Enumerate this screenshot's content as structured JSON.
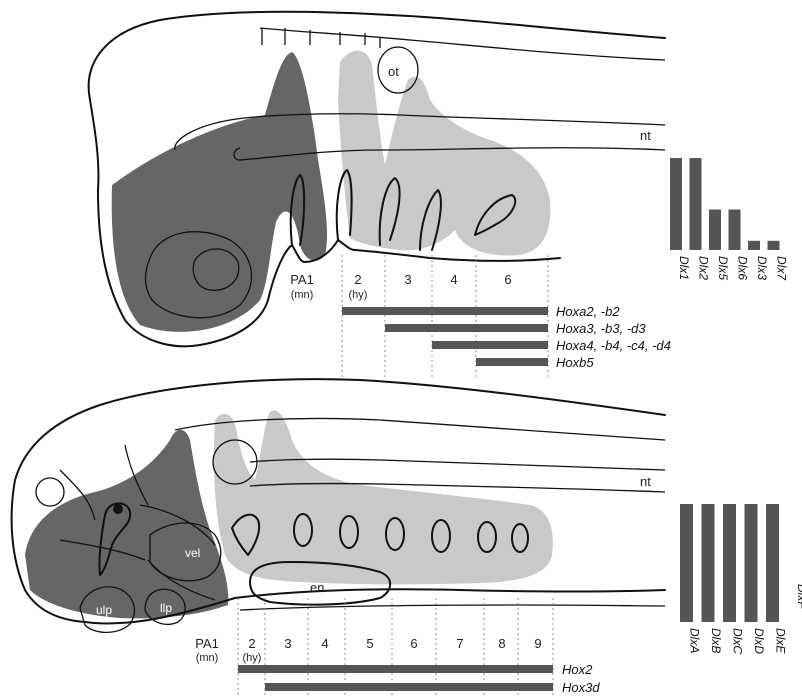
{
  "top_panel": {
    "labels": {
      "ot": "ot",
      "nt": "nt"
    },
    "arches": [
      {
        "num": "PA1",
        "sub": "(mn)"
      },
      {
        "num": "2",
        "sub": "(hy)"
      },
      {
        "num": "3",
        "sub": ""
      },
      {
        "num": "4",
        "sub": ""
      },
      {
        "num": "6",
        "sub": ""
      }
    ],
    "hox_bars": [
      {
        "label": "Hoxa2, -b2"
      },
      {
        "label": "Hoxa3, -b3, -d3"
      },
      {
        "label": "Hoxa4, -b4, -c4, -d4"
      },
      {
        "label": "Hoxb5"
      }
    ],
    "dlx_columns": [
      {
        "label": "Dlx1",
        "level": 1.0
      },
      {
        "label": "Dlx2",
        "level": 1.0
      },
      {
        "label": "Dlx5",
        "level": 0.44
      },
      {
        "label": "Dlx6",
        "level": 0.44
      },
      {
        "label": "Dlx3",
        "level": 0.1
      },
      {
        "label": "Dlx7",
        "level": 0.1
      }
    ]
  },
  "bottom_panel": {
    "labels": {
      "nt": "nt",
      "vel": "vel",
      "en": "en",
      "ulp": "ulp",
      "llp": "llp"
    },
    "arches": [
      {
        "num": "PA1",
        "sub": "(mn)"
      },
      {
        "num": "2",
        "sub": "(hy)"
      },
      {
        "num": "3",
        "sub": ""
      },
      {
        "num": "4",
        "sub": ""
      },
      {
        "num": "5",
        "sub": ""
      },
      {
        "num": "6",
        "sub": ""
      },
      {
        "num": "7",
        "sub": ""
      },
      {
        "num": "8",
        "sub": ""
      },
      {
        "num": "9",
        "sub": ""
      }
    ],
    "hox_bars": [
      {
        "label": "Hox2"
      },
      {
        "label": "Hox3d"
      }
    ],
    "dlx_columns": [
      {
        "label": "DlxA",
        "level": 1.0
      },
      {
        "label": "DlxB",
        "level": 1.0
      },
      {
        "label": "DlxC",
        "level": 1.0
      },
      {
        "label": "DlxD",
        "level": 1.0
      },
      {
        "label": "DlxE",
        "level": 1.0
      },
      {
        "label": "DlxF",
        "level": 0.0
      }
    ]
  },
  "colors": {
    "dark_domain": "#666666",
    "light_domain": "#c9c9c9",
    "bar": "#555555",
    "line": "#111111"
  }
}
